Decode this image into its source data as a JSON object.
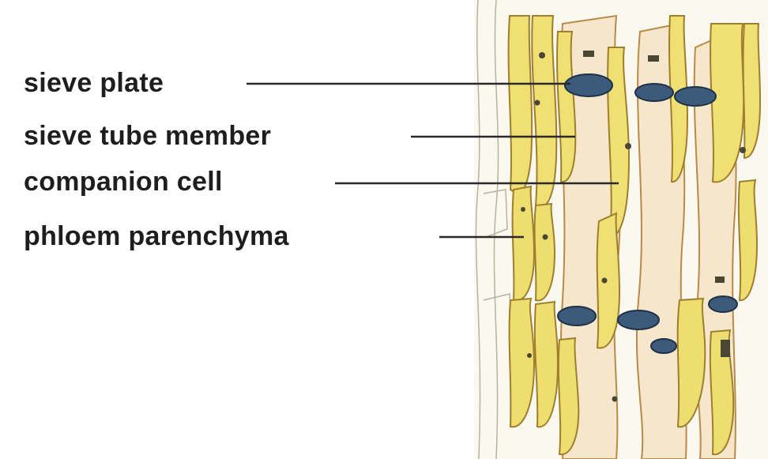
{
  "labels": [
    {
      "text": "sieve plate",
      "target": "sieve-plate"
    },
    {
      "text": "sieve tube member",
      "target": "sieve-tube-member"
    },
    {
      "text": "companion cell",
      "target": "companion-cell"
    },
    {
      "text": "phloem parenchyma",
      "target": "phloem-parenchyma"
    }
  ],
  "colors": {
    "cell_yellow": "#efe07a",
    "cell_outline": "#a88a3a",
    "tube_fill": "#f6e9d0",
    "plate_blue": "#3c5a7a",
    "leader_line": "#2a2a2a",
    "text": "#1e1e1e"
  }
}
